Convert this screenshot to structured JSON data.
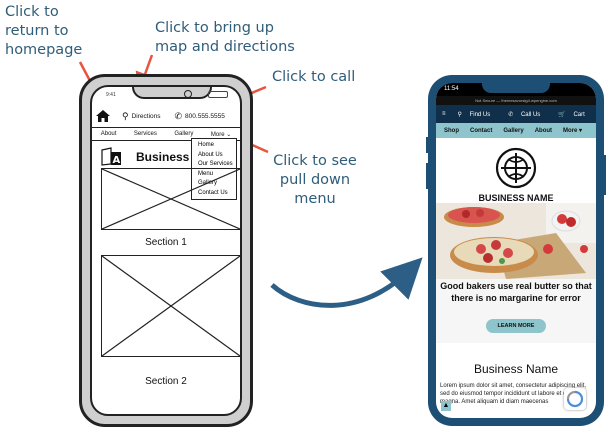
{
  "annotations": {
    "homepage": [
      "Click to",
      "return to",
      "homepage"
    ],
    "map": [
      "Click to bring up",
      "map and directions"
    ],
    "call": "Click to call",
    "menu": [
      "Click to see",
      "pull down",
      "menu"
    ]
  },
  "wireframe": {
    "status_time": "9:41",
    "directions": "Directions",
    "phone": "800.555.5555",
    "nav": [
      "About",
      "Services",
      "Gallery",
      "More ⌄"
    ],
    "dropdown": [
      "Home",
      "About Us",
      "Our Services",
      "Menu",
      "Gallery",
      "Contact Us"
    ],
    "business": "Business",
    "section1": "Section 1",
    "section2": "Section 2"
  },
  "real": {
    "time": "11:54",
    "url": "Not Secure — themesavorstg4.wpengine.com",
    "topbar": [
      "≡",
      "Find Us",
      "Call Us",
      "Cart"
    ],
    "nav": [
      "Shop",
      "Contact",
      "Gallery",
      "About",
      "More ▾"
    ],
    "business_name": "BUSINESS NAME",
    "tagline": "Good bakers use real butter so that there is no margarine for error",
    "button": "LEARN MORE",
    "section_title": "Business Name",
    "lorem": "Lorem ipsum dolor sit amet, consectetur adipiscing elit, sed do eiusmod tempor incididunt ut labore et dolore magna. Amet aliquam id diam maecenas"
  },
  "colors": {
    "annotation": "#2f5d7a",
    "arrow": "#e8553e",
    "curve_arrow": "#2d5f86",
    "phone_frame": "#1d4f75",
    "accent": "#8ec4cc"
  }
}
